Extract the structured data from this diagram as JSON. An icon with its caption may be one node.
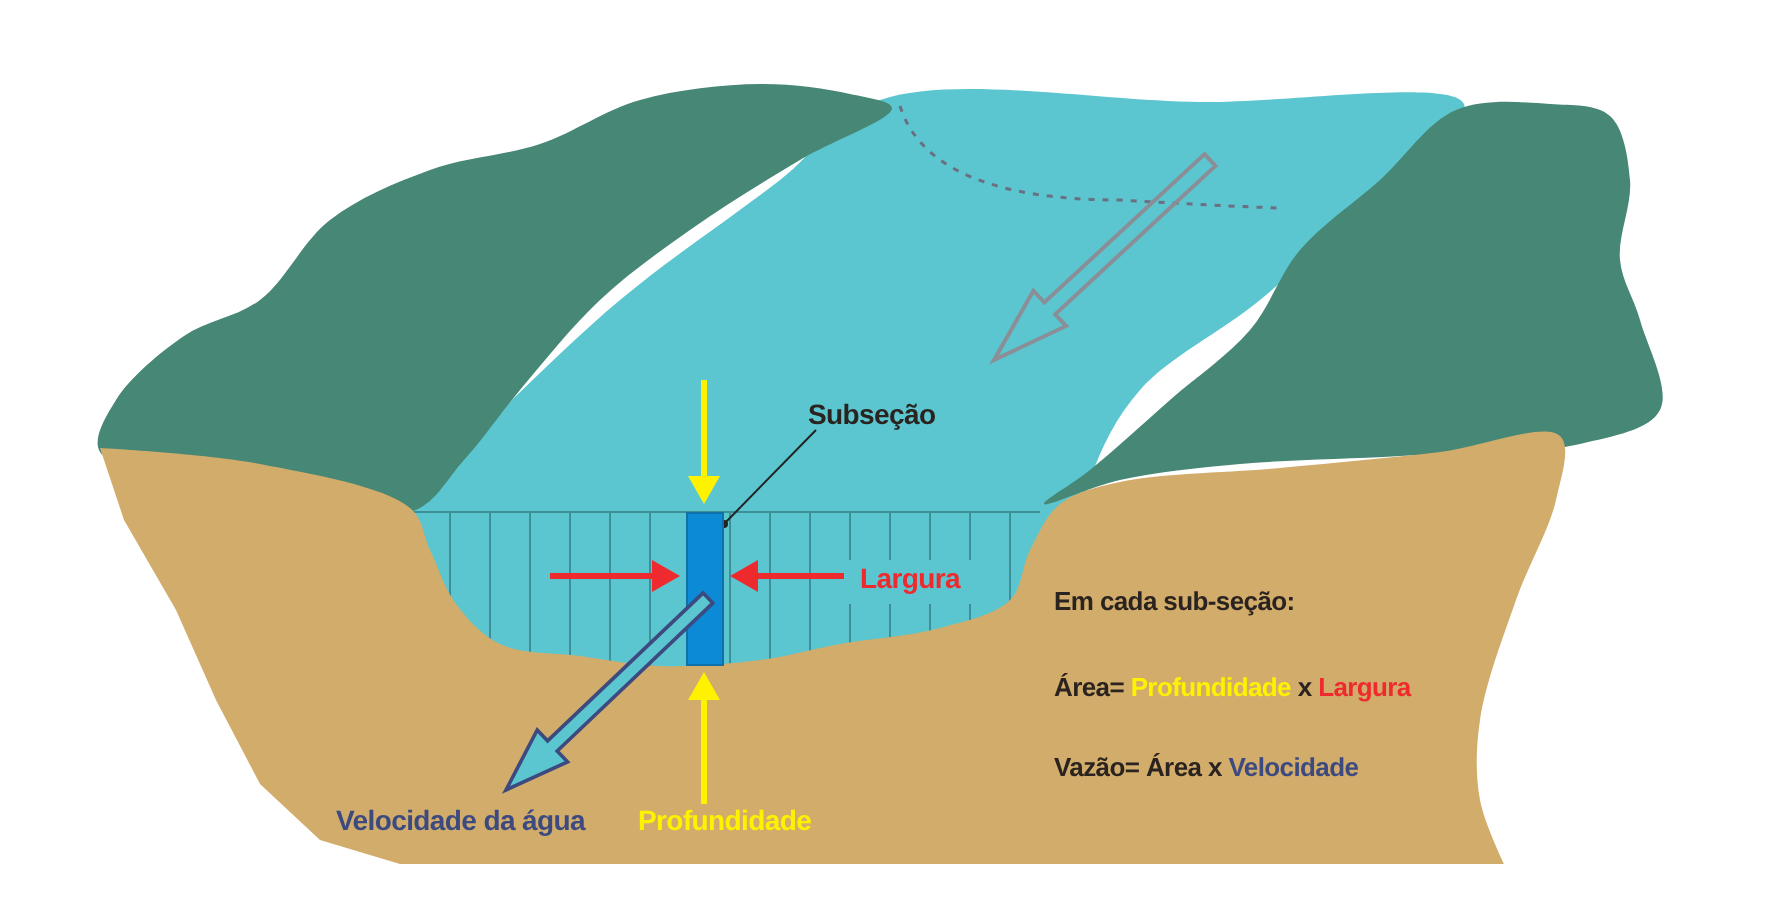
{
  "diagram": {
    "nodes": [
      {
        "text": [],
        "shape": "bar"
      },
      {
        "text": [
          "Subseção"
        ]
      }
    ],
    "edges": [
      {
        "from": 1,
        "to": 0,
        "arrow": "other"
      }
    ],
    "labels": [
      "Largura",
      "Velocidade da água",
      "Profundidade",
      "Em cada sub-seção:",
      "Área= Profundidade x Largura",
      "Vazão= Área x Velocidade"
    ]
  }
}
